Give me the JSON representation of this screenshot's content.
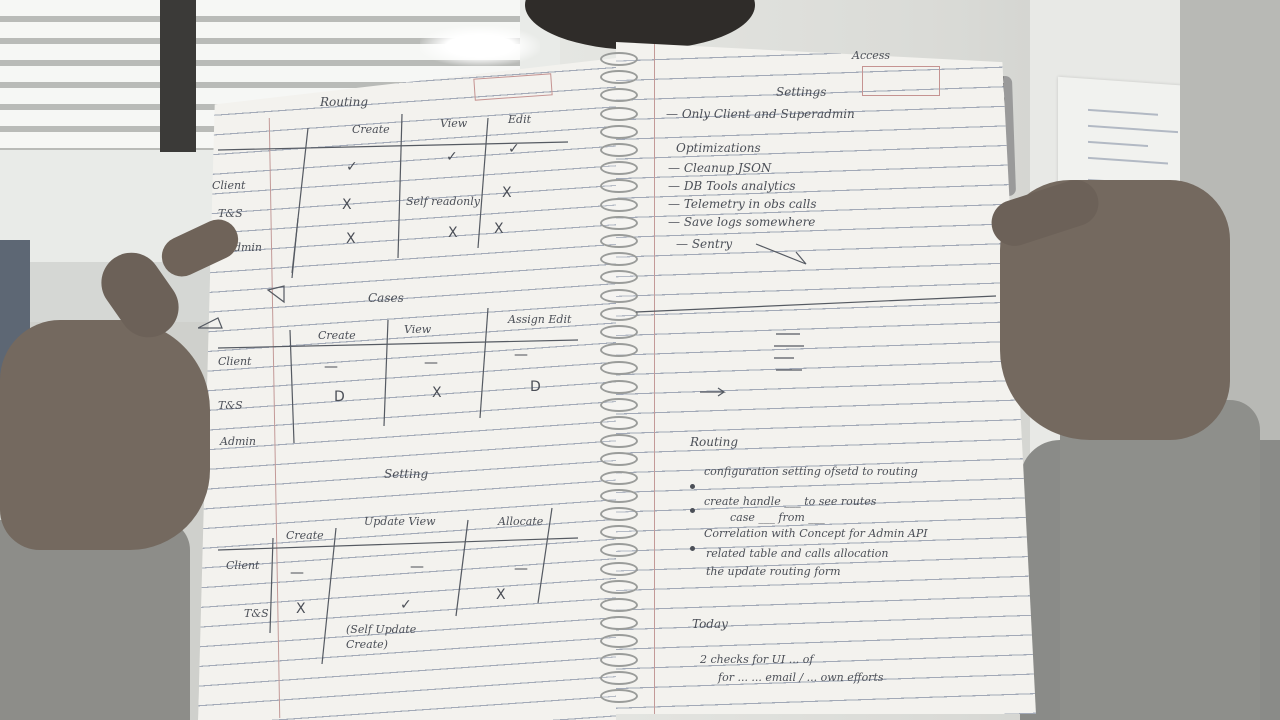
{
  "notebook": {
    "left_page": {
      "section1": {
        "title": "Routing",
        "headers": [
          "Create",
          "View",
          "Edit"
        ],
        "rows": [
          "Client",
          "T&S",
          "Admin"
        ],
        "cells": [
          "✓",
          "✓",
          "✓",
          "X",
          "Self readonly",
          "X",
          "X",
          "X",
          "X"
        ]
      },
      "section2": {
        "title": "Cases",
        "headers": [
          "Create",
          "View",
          "Assign Edit"
        ],
        "rows": [
          "Client",
          "T&S",
          "Admin"
        ],
        "cells": [
          "—",
          "—",
          "—",
          "D",
          "X",
          "D"
        ]
      },
      "section3": {
        "title": "Setting",
        "headers": [
          "Create",
          "Update View",
          "Allocate"
        ],
        "rows": [
          "Client",
          "T&S"
        ],
        "cells": [
          "—",
          "—",
          "—",
          "X",
          "✓",
          "X"
        ],
        "note": "(Self Update Create)"
      }
    },
    "right_page": {
      "title": "Settings",
      "header_note": "Access",
      "items": [
        "— Only Client and Superadmin",
        "Optimizations",
        "— Cleanup JSON",
        "— DB Tools analytics",
        "— Telemetry in obs calls",
        "— Save logs somewhere",
        "— Sentry"
      ],
      "section_title": "Routing",
      "bullets": [
        "configuration setting ofsetd to routing",
        "create handle ___ to see routes",
        "case ___ from ___",
        "Correlation with Concept for Admin API",
        "related table and calls allocation",
        "the update routing form"
      ],
      "footer_title": "Today",
      "footer_lines": [
        "2 checks for UI ... of",
        "for ... ... email / ... own efforts"
      ]
    }
  }
}
